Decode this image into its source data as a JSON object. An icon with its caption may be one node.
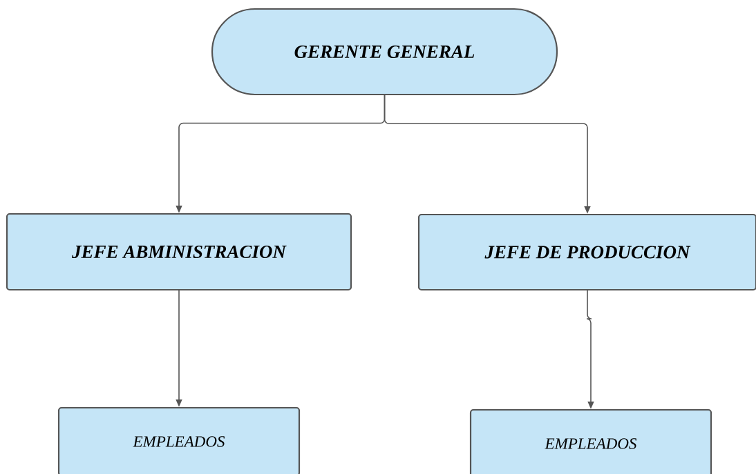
{
  "diagram": {
    "nodes": [
      {
        "text": [
          "GERENTE GENERAL"
        ]
      },
      {
        "text": [
          "JEFE ABMINISTRACION"
        ]
      },
      {
        "text": [
          "JEFE DE PRODUCCION"
        ]
      },
      {
        "text": [
          "EMPLEADOS"
        ]
      },
      {
        "text": [
          "EMPLEADOS"
        ]
      }
    ],
    "edges": [
      {
        "from": 0,
        "to": 1,
        "arrow": "to"
      },
      {
        "from": 0,
        "to": 2,
        "arrow": "to"
      },
      {
        "from": 1,
        "to": 3,
        "arrow": "to"
      },
      {
        "from": 2,
        "to": 4,
        "arrow": "to"
      }
    ]
  }
}
